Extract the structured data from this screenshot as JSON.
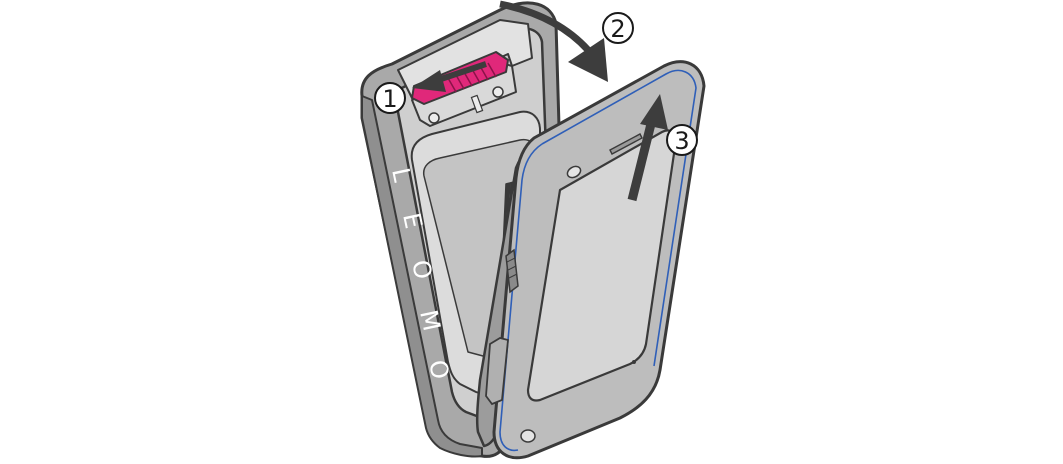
{
  "figure": {
    "brand_letters": [
      "L",
      "E",
      "O",
      "M",
      "O"
    ],
    "steps": [
      {
        "label": "1"
      },
      {
        "label": "2"
      },
      {
        "label": "3"
      }
    ]
  },
  "colors": {
    "outline": "#3a3a3a",
    "case_body": "#a9a9a9",
    "case_inner": "#d2d2d2",
    "device_frame": "#bdbdbd",
    "screen": "#d6d6d6",
    "latch_accent": "#e0287a",
    "arrow": "#3d3d3d",
    "frame_edge_line": "#2f5fb8"
  }
}
